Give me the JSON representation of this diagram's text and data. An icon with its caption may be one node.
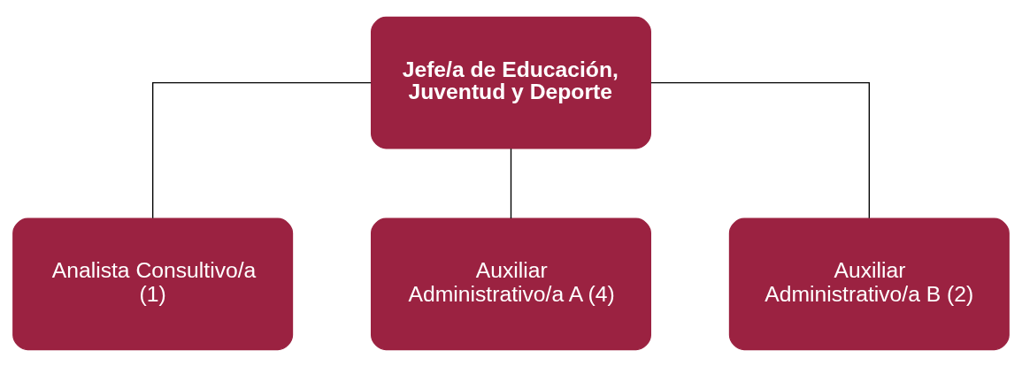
{
  "diagram": {
    "nodes": [
      {
        "text": [
          "Jefe/a de Educación, Juventud y Deporte"
        ]
      },
      {
        "text": [
          "Analista Consultivo/a (1)"
        ]
      },
      {
        "text": [
          "Auxiliar Administrativo/a A (4)"
        ]
      },
      {
        "text": [
          "Auxiliar Administrativo/a B (2)"
        ]
      }
    ],
    "edges": [
      {
        "from": 0,
        "to": 1,
        "arrow": "none"
      },
      {
        "from": 0,
        "to": 2,
        "arrow": "none"
      },
      {
        "from": 0,
        "to": 3,
        "arrow": "none"
      }
    ]
  }
}
